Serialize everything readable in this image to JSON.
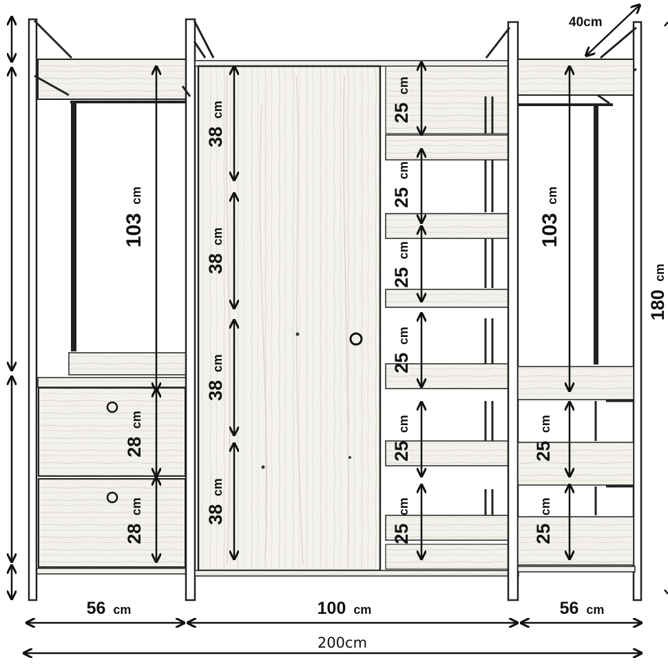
{
  "colors": {
    "ink": "#111111",
    "frame": "#222222",
    "wood": "#f3f1ec",
    "wood_grain": "#cfcac0",
    "background": "#ffffff"
  },
  "labels": {
    "depth": "40cm",
    "left_hanging": {
      "value": "103",
      "unit": "cm"
    },
    "right_hanging": {
      "value": "103",
      "unit": "cm"
    },
    "left_drawer_1": {
      "value": "28",
      "unit": "cm"
    },
    "left_drawer_2": {
      "value": "28",
      "unit": "cm"
    },
    "center_section_1": {
      "value": "38",
      "unit": "cm"
    },
    "center_section_2": {
      "value": "38",
      "unit": "cm"
    },
    "center_section_3": {
      "value": "38",
      "unit": "cm"
    },
    "center_section_4": {
      "value": "38",
      "unit": "cm"
    },
    "shelf_1": {
      "value": "25",
      "unit": "cm"
    },
    "shelf_2": {
      "value": "25",
      "unit": "cm"
    },
    "shelf_3": {
      "value": "25",
      "unit": "cm"
    },
    "shelf_4": {
      "value": "25",
      "unit": "cm"
    },
    "shelf_5": {
      "value": "25",
      "unit": "cm"
    },
    "shelf_6": {
      "value": "25",
      "unit": "cm"
    },
    "right_lower_1": {
      "value": "25",
      "unit": "cm"
    },
    "right_lower_2": {
      "value": "25",
      "unit": "cm"
    },
    "total_height": {
      "value": "180",
      "unit": "cm"
    },
    "width_left": {
      "value": "56",
      "unit": "cm"
    },
    "width_center": {
      "value": "100",
      "unit": "cm"
    },
    "width_right": {
      "value": "56",
      "unit": "cm"
    },
    "total_width": "200cm"
  }
}
